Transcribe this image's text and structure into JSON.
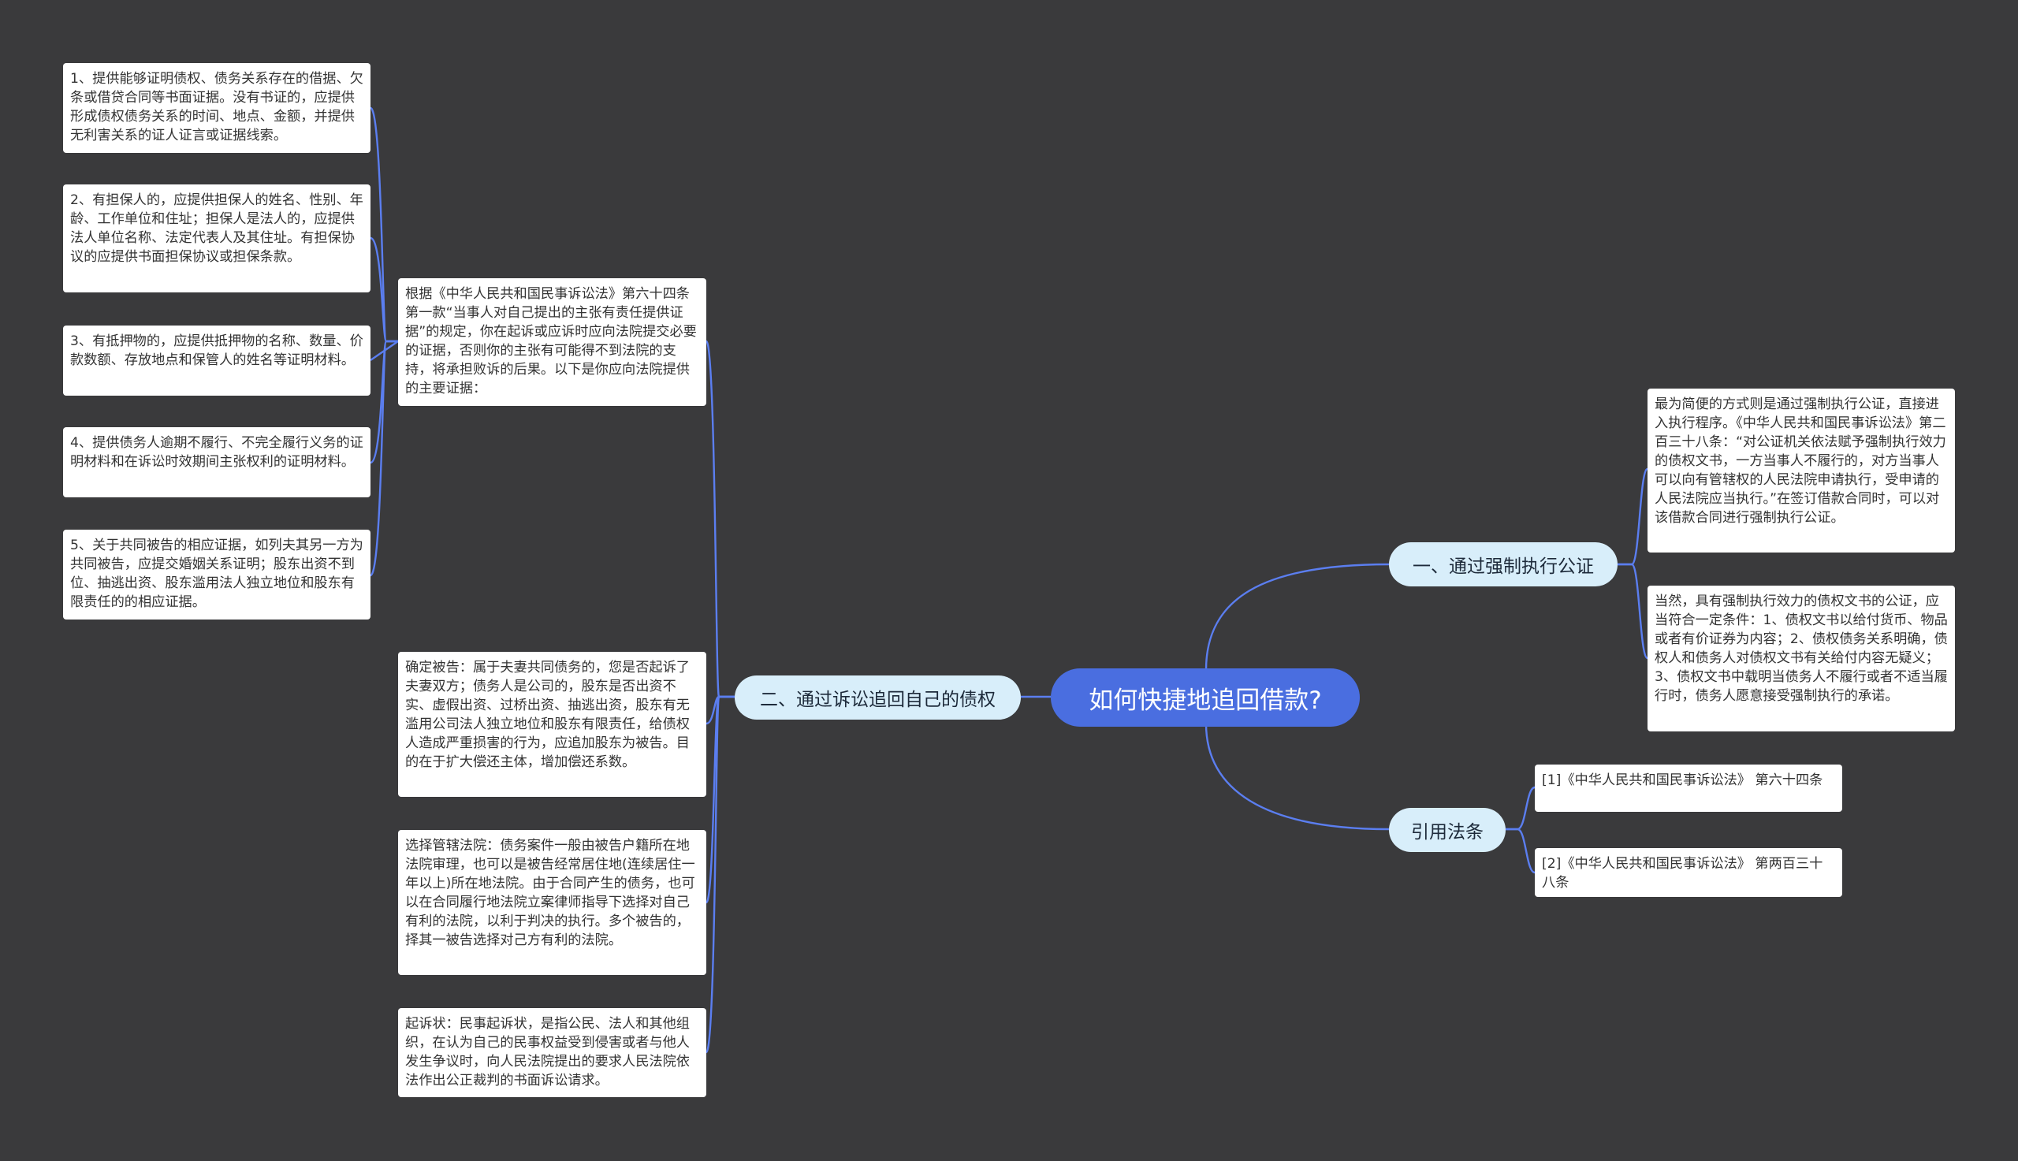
{
  "theme": {
    "background": "#3a3a3c",
    "line": "#5b7ef0",
    "root": "#4a6ee0",
    "branch": "#d8eefa",
    "leaf": "#ffffff"
  },
  "mindmap": {
    "root": "如何快捷地追回借款?",
    "branch_enforcement": {
      "label": "一、通过强制执行公证",
      "notes": [
        "最为简便的方式则是通过强制执行公证，直接进入执行程序。《中华人民共和国民事诉讼法》第二百三十八条：“对公证机关依法赋予强制执行效力的债权文书，一方当事人不履行的，对方当事人可以向有管辖权的人民法院申请执行，受申请的人民法院应当执行。”在签订借款合同时，可以对该借款合同进行强制执行公证。",
        "当然，具有强制执行效力的债权文书的公证，应当符合一定条件：1、债权文书以给付货币、物品或者有价证券为内容；2、债权债务关系明确，债权人和债务人对债权文书有关给付内容无疑义；3、债权文书中载明当债务人不履行或者不适当履行时，债务人愿意接受强制执行的承诺。"
      ]
    },
    "branch_law": {
      "label": "引用法条",
      "items": [
        "[1]《中华人民共和国民事诉讼法》 第六十四条",
        "[2]《中华人民共和国民事诉讼法》 第两百三十八条"
      ]
    },
    "branch_litigation": {
      "label": "二、通过诉讼追回自己的债权",
      "evidence_intro": "根据《中华人民共和国民事诉讼法》第六十四条第一款“当事人对自己提出的主张有责任提供证据”的规定，你在起诉或应诉时应向法院提交必要的证据，否则你的主张有可能得不到法院的支持，将承担败诉的后果。以下是你应向法院提供的主要证据：",
      "evidence_items": [
        "1、提供能够证明债权、债务关系存在的借据、欠条或借贷合同等书面证据。没有书证的，应提供形成债权债务关系的时间、地点、金额，并提供无利害关系的证人证言或证据线索。",
        "2、有担保人的，应提供担保人的姓名、性别、年龄、工作单位和住址；担保人是法人的，应提供法人单位名称、法定代表人及其住址。有担保协议的应提供书面担保协议或担保条款。",
        "3、有抵押物的，应提供抵押物的名称、数量、价款数额、存放地点和保管人的姓名等证明材料。",
        "4、提供债务人逾期不履行、不完全履行义务的证明材料和在诉讼时效期间主张权利的证明材料。",
        "5、关于共同被告的相应证据，如列夫其另一方为共同被告，应提交婚姻关系证明；股东出资不到位、抽逃出资、股东滥用法人独立地位和股东有限责任的的相应证据。"
      ],
      "steps": [
        "确定被告：属于夫妻共同债务的，您是否起诉了夫妻双方；债务人是公司的，股东是否出资不实、虚假出资、过桥出资、抽逃出资，股东有无滥用公司法人独立地位和股东有限责任，给债权人造成严重损害的行为，应追加股东为被告。目的在于扩大偿还主体，增加偿还系数。",
        "选择管辖法院：债务案件一般由被告户籍所在地法院审理，也可以是被告经常居住地(连续居住一年以上)所在地法院。由于合同产生的债务，也可以在合同履行地法院立案律师指导下选择对自己有利的法院，以利于判决的执行。多个被告的，择其一被告选择对己方有利的法院。",
        "起诉状：民事起诉状，是指公民、法人和其他组织，在认为自己的民事权益受到侵害或者与他人发生争议时，向人民法院提出的要求人民法院依法作出公正裁判的书面诉讼请求。"
      ]
    }
  }
}
